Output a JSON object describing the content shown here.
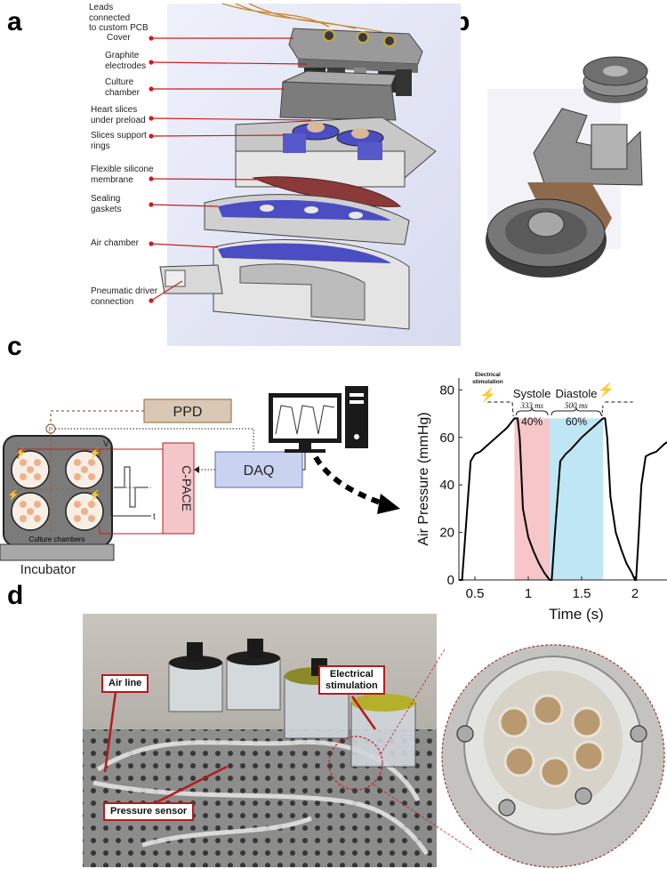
{
  "panels": {
    "a": "a",
    "b": "b",
    "c": "c",
    "d": "d"
  },
  "panel_a_labels": [
    {
      "text": "Leads connected\nto custom PCB",
      "key": "leads"
    },
    {
      "text": "Cover",
      "key": "cover"
    },
    {
      "text": "Graphite\nelectrodes",
      "key": "electrodes"
    },
    {
      "text": "Culture\nchamber",
      "key": "chamber"
    },
    {
      "text": "Heart slices\nunder preload",
      "key": "slices"
    },
    {
      "text": "Slices support\nrings",
      "key": "rings"
    },
    {
      "text": "Flexible silicone\nmembrane",
      "key": "membrane"
    },
    {
      "text": "Sealing\ngaskets",
      "key": "gaskets"
    },
    {
      "text": "Air chamber",
      "key": "air"
    },
    {
      "text": "Pneumatic driver\nconnection",
      "key": "pneumatic"
    }
  ],
  "setup": {
    "ppd": "PPD",
    "daq": "DAQ",
    "cpace": "C-PACE",
    "incubator": "Incubator",
    "culture_chambers": "Culture chambers",
    "pressure_marker": "P",
    "axis_v": "V",
    "axis_t": "t"
  },
  "chart_data": {
    "type": "line",
    "xlabel": "Time (s)",
    "ylabel": "Air Pressure (mmHg)",
    "xlim": [
      0.35,
      2.3
    ],
    "ylim": [
      0,
      85
    ],
    "xticks": [
      0.5,
      1,
      1.5,
      2
    ],
    "xtick_labels": [
      "0.5",
      "1",
      "1.5",
      "2"
    ],
    "yticks": [
      0,
      20,
      40,
      60,
      80
    ],
    "ytick_labels": [
      "0",
      "20",
      "40",
      "60",
      "80"
    ],
    "series": [
      {
        "x": [
          0.35,
          0.38,
          0.42,
          0.46,
          0.5,
          0.55,
          0.6,
          0.7,
          0.8,
          0.87,
          0.9,
          0.92,
          0.95,
          1.0,
          1.05,
          1.1,
          1.15,
          1.2,
          1.22,
          1.25,
          1.3,
          1.35,
          1.4,
          1.5,
          1.6,
          1.7,
          1.72,
          1.74,
          1.77,
          1.82,
          1.87,
          1.92,
          1.97,
          2.0,
          2.01,
          2.03,
          2.06,
          2.1,
          2.14,
          2.2,
          2.27,
          2.3
        ],
        "y": [
          0,
          0,
          25,
          50,
          53,
          54,
          56,
          60,
          64,
          68,
          68,
          60,
          30,
          18,
          12,
          7,
          3,
          0,
          0,
          20,
          50,
          53,
          55,
          60,
          64,
          68,
          68,
          60,
          35,
          20,
          13,
          7,
          3,
          0,
          0,
          15,
          40,
          52,
          53,
          54,
          57,
          58
        ]
      }
    ],
    "phases": [
      {
        "name": "Systole",
        "duration": "333 ms",
        "percent": "40%",
        "x0": 0.87,
        "x1": 1.2,
        "color": "#f6c6c8"
      },
      {
        "name": "Diastole",
        "duration": "500 ms",
        "percent": "60%",
        "x0": 1.2,
        "x1": 1.7,
        "color": "#bfe6f5"
      }
    ],
    "annotation": "Electrical\nstimulation"
  },
  "panel_d": {
    "air_line": "Air line",
    "electrical": "Electrical\nstimulation",
    "pressure_sensor": "Pressure sensor"
  },
  "colors": {
    "ppd_fill": "#d9c8b4",
    "daq_fill": "#c9d2ef",
    "cpace_fill": "#f4c6c9",
    "leader_red": "#c81e1e",
    "annotation_red": "#b21c1c"
  }
}
